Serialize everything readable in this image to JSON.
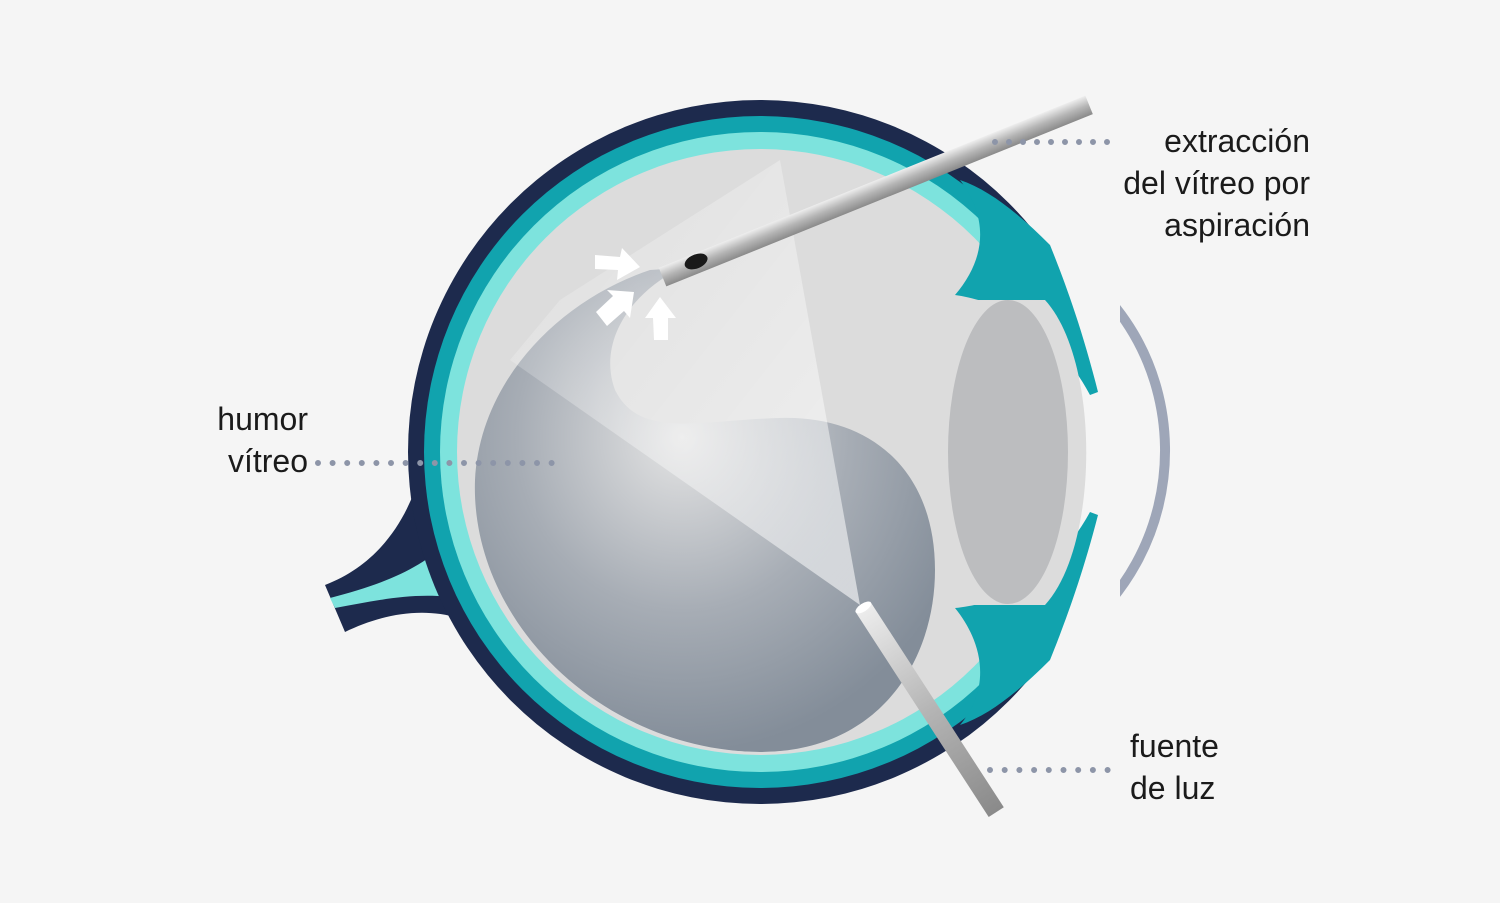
{
  "labels": {
    "aspiration": [
      "extracción",
      "del vítreo por",
      "aspiración"
    ],
    "vitreous": [
      "humor",
      "vítreo"
    ],
    "light_source": [
      "fuente",
      "de luz"
    ]
  },
  "colors": {
    "background": "#f5f5f5",
    "sclera": "#1d2a4d",
    "choroid": "#11a3ae",
    "retina": "#7de3dd",
    "interior": "#dcdcdc",
    "vitreous": "#8a96a3",
    "cornea": "#9ea6b8",
    "lens": "#bcbdbf",
    "leader_dots": "#8d95a8"
  }
}
